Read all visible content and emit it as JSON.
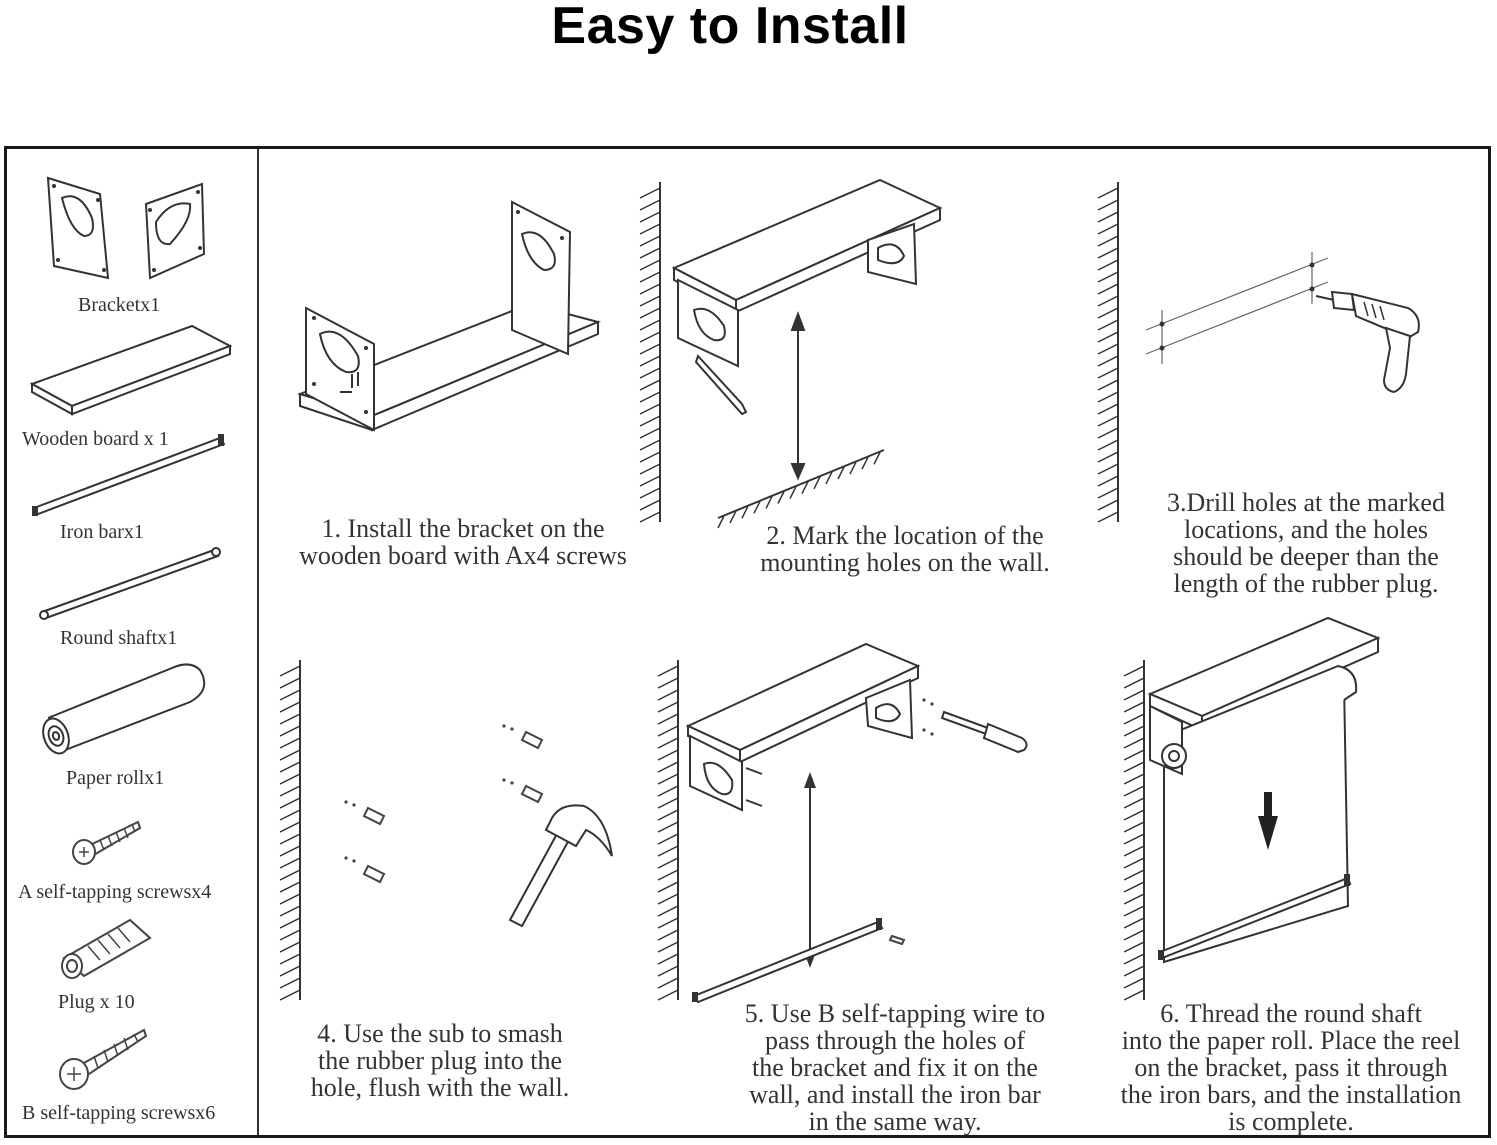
{
  "title": "Easy to Install",
  "parts": [
    {
      "label": "Bracketx1",
      "icon": "bracket-icon"
    },
    {
      "label": "Wooden board x 1",
      "icon": "wooden-board-icon"
    },
    {
      "label": "Iron barx1",
      "icon": "iron-bar-icon"
    },
    {
      "label": "Round shaftx1",
      "icon": "round-shaft-icon"
    },
    {
      "label": "Paper rollx1",
      "icon": "paper-roll-icon"
    },
    {
      "label": "A self-tapping screwsx4",
      "icon": "screw-icon"
    },
    {
      "label": "Plug x 10",
      "icon": "plug-icon"
    },
    {
      "label": "B self-tapping screwsx6",
      "icon": "screw-icon"
    }
  ],
  "steps": [
    {
      "lines": [
        "1. Install the bracket on the",
        "wooden board with Ax4 screws"
      ]
    },
    {
      "lines": [
        "2. Mark the location of the",
        "mounting holes on the wall."
      ]
    },
    {
      "lines": [
        "3.Drill holes at the marked",
        "locations, and the holes",
        "should be deeper than the",
        "length of the rubber plug."
      ]
    },
    {
      "lines": [
        "4. Use the sub to smash",
        "the rubber plug into the",
        "hole, flush with the wall."
      ]
    },
    {
      "lines": [
        "5. Use B self-tapping wire to",
        "pass through the holes of",
        "the bracket and fix it on the",
        "wall, and install the iron bar",
        "in the same way."
      ]
    },
    {
      "lines": [
        "6. Thread the round shaft",
        "into the paper roll. Place the reel",
        "on the bracket, pass it through",
        "the iron bars, and the installation",
        "is complete."
      ]
    }
  ]
}
